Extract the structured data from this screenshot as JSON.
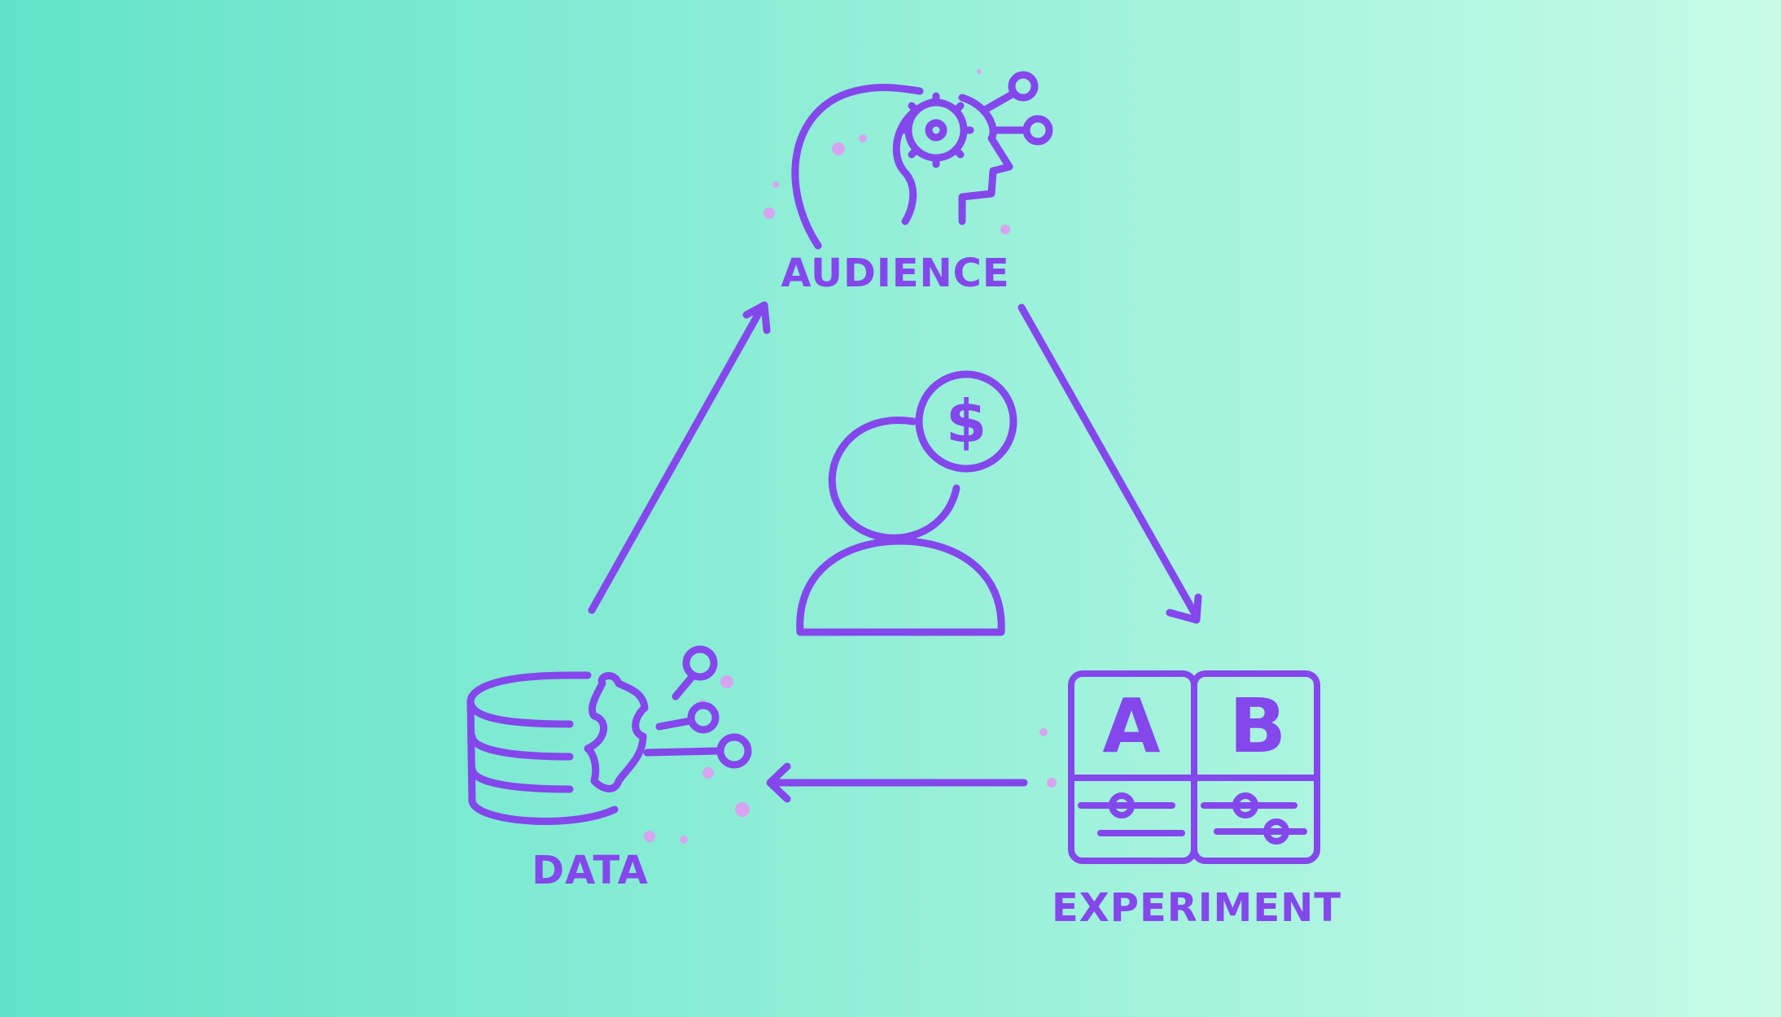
{
  "colors": {
    "stroke": "#8447ec",
    "text": "#8447ec",
    "bg_left": "#62e3c9",
    "bg_right": "#c6fbe7",
    "particle": "#d7a4f1"
  },
  "nodes": {
    "audience": {
      "label": "AUDIENCE",
      "icon": "head-with-gear-network-icon"
    },
    "center": {
      "icon": "person-with-dollar-icon",
      "symbol": "$"
    },
    "data": {
      "label": "DATA",
      "icon": "database-with-gear-network-icon"
    },
    "experiment": {
      "label": "EXPERIMENT",
      "icon": "ab-test-icon",
      "panel_a": "A",
      "panel_b": "B"
    }
  },
  "edges": [
    {
      "from": "data",
      "to": "audience",
      "icon": "arrow-icon"
    },
    {
      "from": "audience",
      "to": "experiment",
      "icon": "arrow-icon"
    },
    {
      "from": "experiment",
      "to": "data",
      "icon": "arrow-icon"
    }
  ]
}
